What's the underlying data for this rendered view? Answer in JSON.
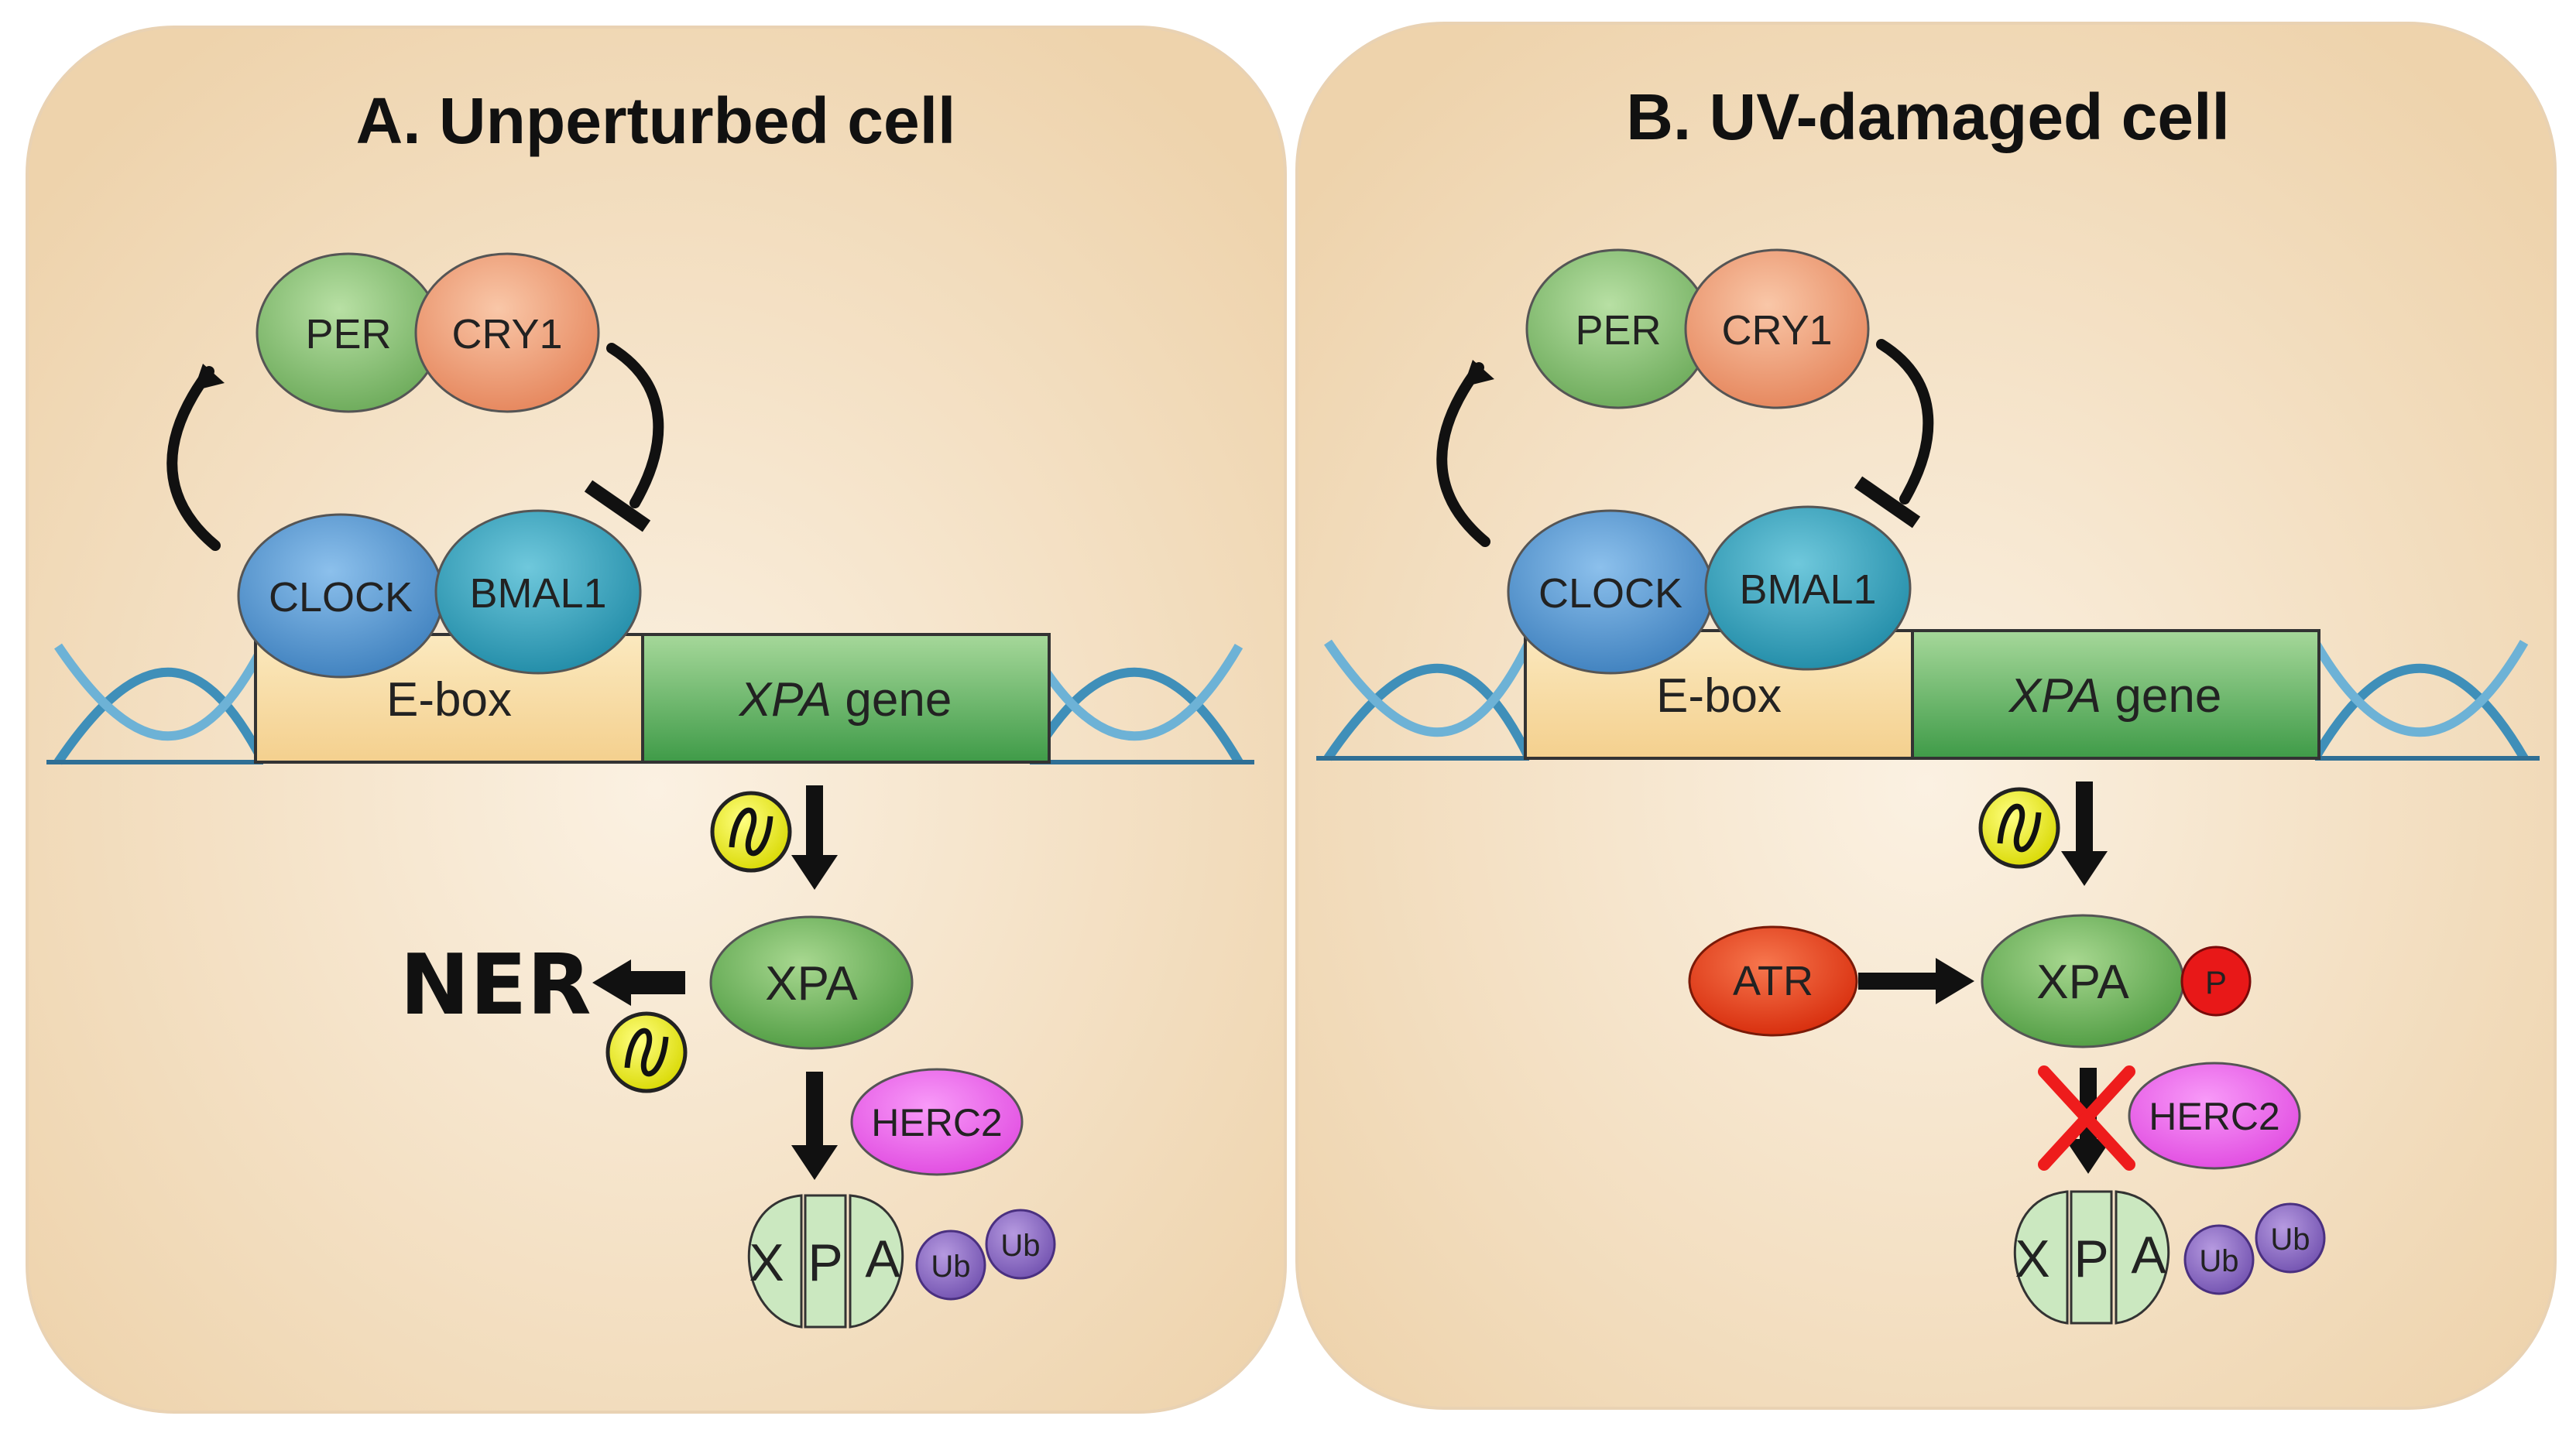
{
  "colors": {
    "panel_bg": "#f6e2c6",
    "per": "#8fc878",
    "cry1": "#f3a47c",
    "clock": "#5c9fd6",
    "bmal1": "#3ba6c2",
    "ebox": "#f8dca0",
    "xpa_gene": "#5fb45f",
    "xpa_protein": "#71b860",
    "herc2": "#ee6aee",
    "ub": "#8d6bc8",
    "atr": "#ec3a18",
    "phospho": "#e81818",
    "clock_icon": "#ecec16",
    "dna": "#3f8fb9",
    "cross": "#ee1c1c"
  },
  "panels": [
    {
      "title": "A. Unperturbed cell",
      "per": "PER",
      "cry1": "CRY1",
      "clock": "CLOCK",
      "bmal1": "BMAL1",
      "ebox": "E-box",
      "gene_italic": "XPA",
      "gene_suffix": " gene",
      "xpa": "XPA",
      "ner": "NER",
      "herc2": "HERC2",
      "ub1": "Ub",
      "ub2": "Ub",
      "deg_x": "X",
      "deg_p": "P",
      "deg_a": "A"
    },
    {
      "title": "B. UV-damaged cell",
      "per": "PER",
      "cry1": "CRY1",
      "clock": "CLOCK",
      "bmal1": "BMAL1",
      "ebox": "E-box",
      "gene_italic": "XPA",
      "gene_suffix": " gene",
      "xpa": "XPA",
      "atr": "ATR",
      "phospho": "P",
      "herc2": "HERC2",
      "ub1": "Ub",
      "ub2": "Ub",
      "deg_x": "X",
      "deg_p": "P",
      "deg_a": "A"
    }
  ]
}
